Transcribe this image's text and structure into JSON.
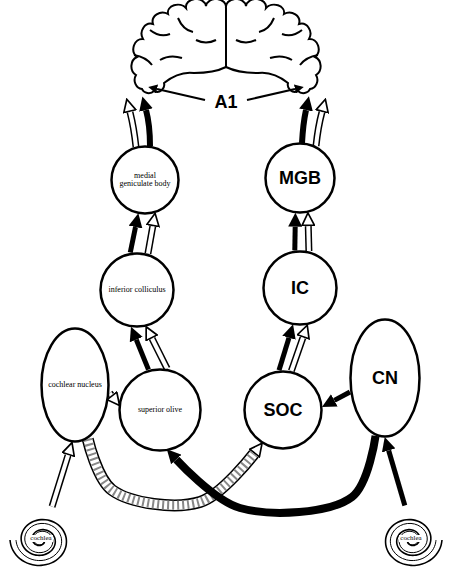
{
  "diagram": {
    "nodes": [
      {
        "text": [
          "medial geniculate body"
        ]
      },
      {
        "text": [
          "MGB"
        ]
      },
      {
        "text": [
          "inferior colliculus"
        ]
      },
      {
        "text": [
          "IC"
        ]
      },
      {
        "text": [
          "cochlear nucleus"
        ]
      },
      {
        "text": [
          "superior olive"
        ]
      },
      {
        "text": [
          "SOC"
        ]
      },
      {
        "text": [
          "CN"
        ]
      },
      {
        "text": [
          "cochlea"
        ]
      },
      {
        "text": [
          "cochlea"
        ]
      }
    ],
    "edges": [
      {
        "from": 8,
        "to": 4,
        "arrow": "to"
      },
      {
        "from": 4,
        "to": 5,
        "arrow": "to"
      },
      {
        "from": 4,
        "to": 6,
        "arrow": "to"
      },
      {
        "from": 5,
        "to": 2,
        "arrow": "to"
      },
      {
        "from": 5,
        "to": 2,
        "arrow": "to"
      },
      {
        "from": 2,
        "to": 0,
        "arrow": "to"
      },
      {
        "from": 2,
        "to": 0,
        "arrow": "to"
      },
      {
        "from": 6,
        "to": 3,
        "arrow": "to"
      },
      {
        "from": 6,
        "to": 3,
        "arrow": "to"
      },
      {
        "from": 3,
        "to": 1,
        "arrow": "to"
      },
      {
        "from": 3,
        "to": 1,
        "arrow": "to"
      },
      {
        "from": 9,
        "to": 7,
        "arrow": "to"
      },
      {
        "from": 7,
        "to": 6,
        "arrow": "to"
      },
      {
        "from": 7,
        "to": 5,
        "arrow": "to"
      }
    ],
    "labels": [
      "A1"
    ]
  }
}
